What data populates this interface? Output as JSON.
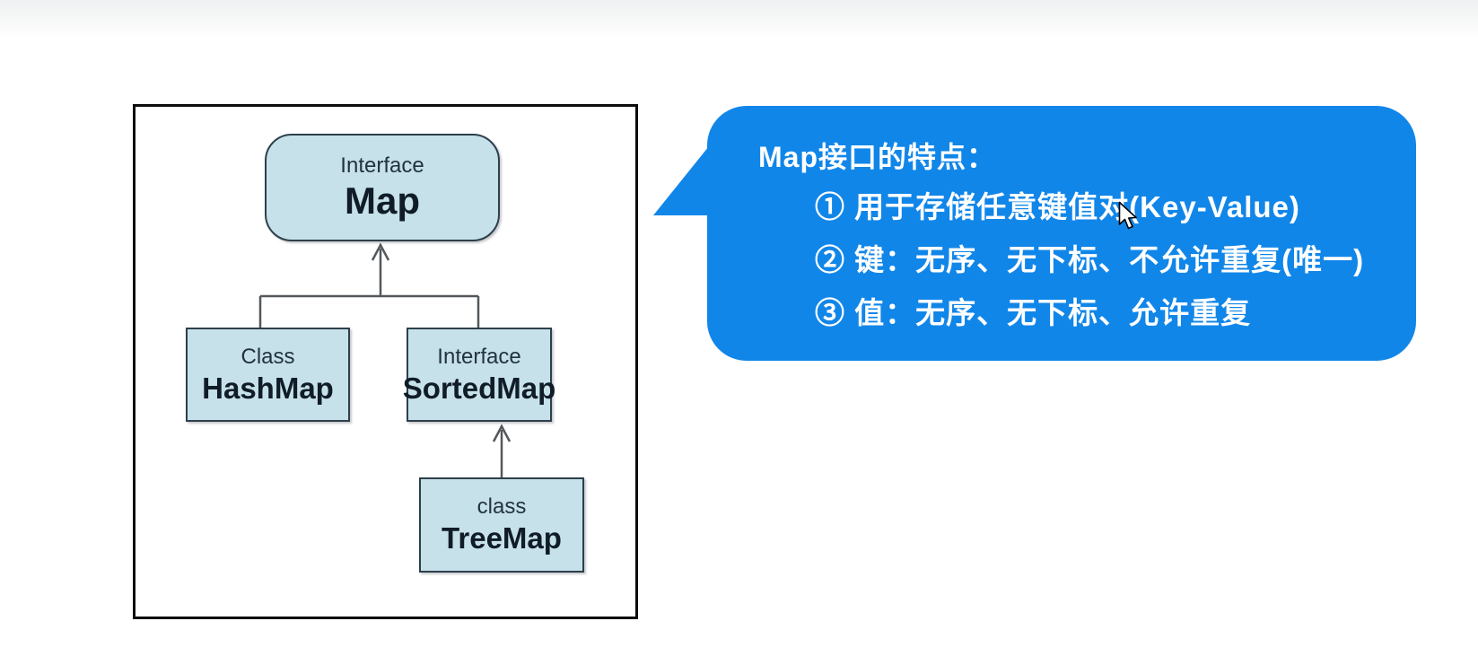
{
  "page": {
    "top_gradient_from": "#eff0f1",
    "top_gradient_to": "#ffffff",
    "background": "#ffffff"
  },
  "diagram": {
    "frame_border_color": "#0c0c0c",
    "node_fill_color": "#c6e1e9",
    "node_border_color": "#2e3f4c",
    "connector_color": "#54585c",
    "nodes": {
      "map": {
        "stereotype": "Interface",
        "name": "Map"
      },
      "hashmap": {
        "stereotype": "Class",
        "name": "HashMap"
      },
      "sortedmap": {
        "stereotype": "Interface",
        "name": "SortedMap"
      },
      "treemap": {
        "stereotype": "class",
        "name": "TreeMap"
      }
    }
  },
  "callout": {
    "background": "#1186e9",
    "text_color": "#ffffff",
    "title": "Map接口的特点：",
    "items": [
      "① 用于存储任意键值对(Key-Value)",
      "② 键：无序、无下标、不允许重复(唯一)",
      "③ 值：无序、无下标、允许重复"
    ]
  },
  "cursor": {
    "icon": "mouse-arrow-cursor"
  }
}
